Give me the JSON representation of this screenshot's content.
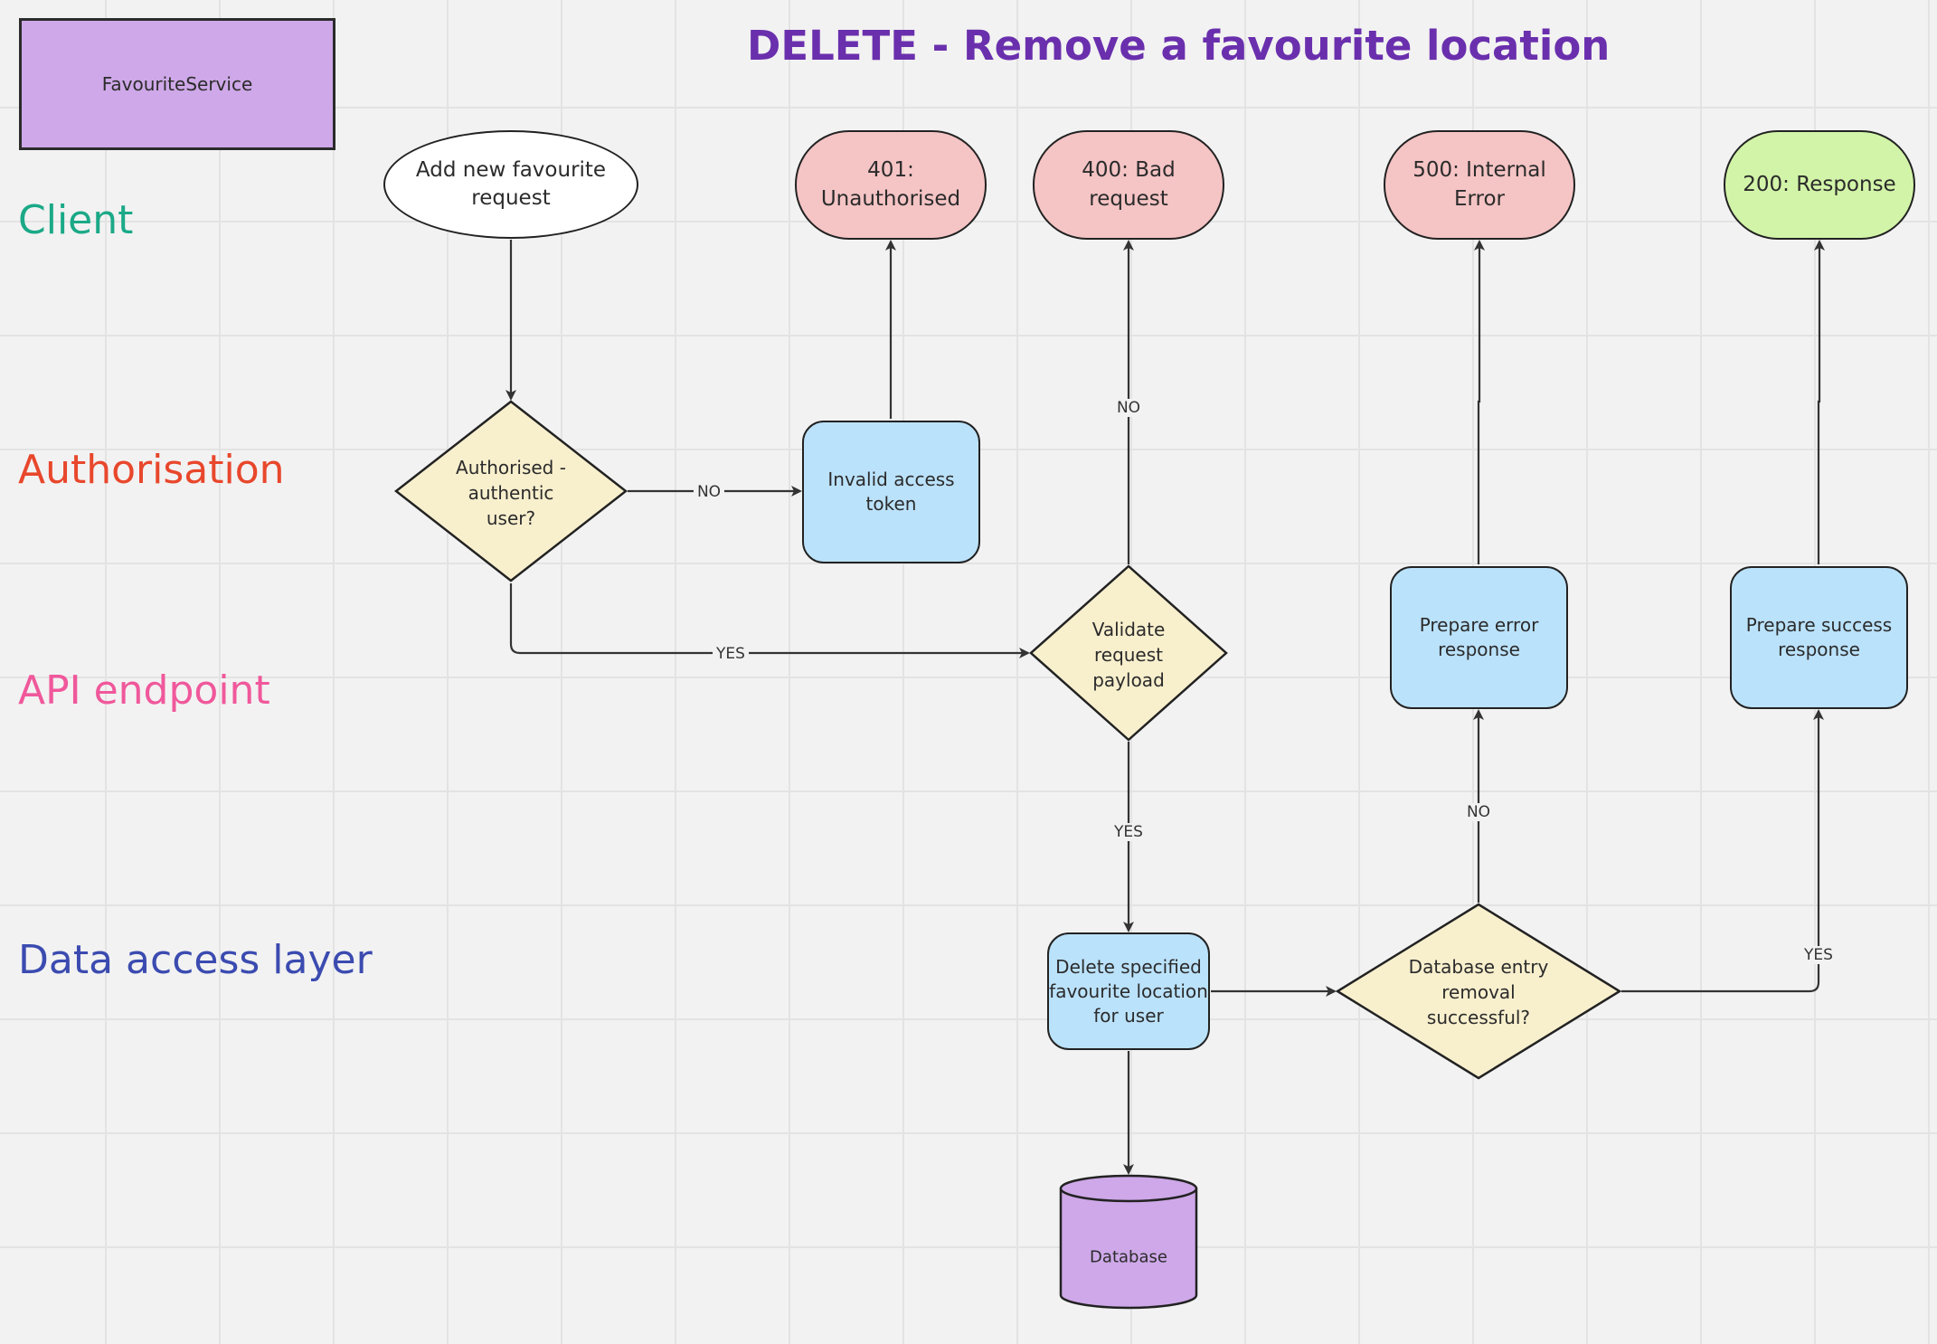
{
  "title": "DELETE - Remove a favourite location",
  "service_label": "FavouriteService",
  "lanes": {
    "client": "Client",
    "authorisation": "Authorisation",
    "api": "API endpoint",
    "data_access": "Data access layer"
  },
  "colors": {
    "title": "#6a2fad",
    "client": "#1ba987",
    "authorisation": "#e8472c",
    "api": "#f0589b",
    "data_access": "#3b4bb0",
    "service": "#cea8e8",
    "error": "#f5c4c5",
    "success": "#d2f4a8",
    "process": "#bbe2fb",
    "decision": "#f8efcd",
    "database": "#cea8e8"
  },
  "nodes": {
    "start": "Add new favourite\nrequest",
    "err401": "401:\nUnauthorised",
    "err400": "400: Bad\nrequest",
    "err500": "500: Internal\nError",
    "ok200": "200: Response",
    "invalid_token": "Invalid access\ntoken",
    "prepare_error": "Prepare error\nresponse",
    "prepare_success": "Prepare success\nresponse",
    "delete_location": "Delete specified\nfavourite location\nfor user",
    "auth_decision": "Authorised -\nauthentic\nuser?",
    "validate_decision": "Validate\nrequest\npayload",
    "db_decision": "Database entry\nremoval\nsuccessful?",
    "database": "Database"
  },
  "edge_labels": {
    "auth_no": "NO",
    "auth_yes": "YES",
    "validate_no": "NO",
    "validate_yes": "YES",
    "db_no": "NO",
    "db_yes": "YES"
  }
}
